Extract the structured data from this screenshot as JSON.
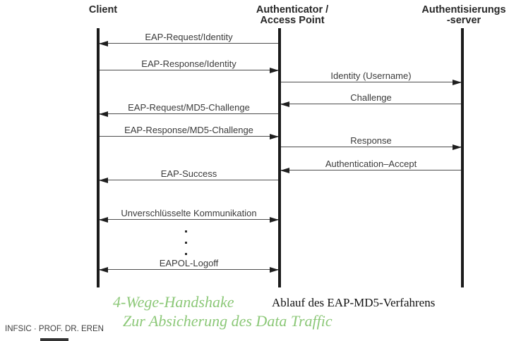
{
  "diagram": {
    "actors": [
      {
        "name": "Client"
      },
      {
        "name": "Authenticator /\nAccess Point"
      },
      {
        "name": "Authentisierungs\n-server"
      }
    ],
    "messages": [
      {
        "label": "EAP-Request/Identity",
        "from": "Authenticator / Access Point",
        "to": "Client",
        "direction": "left"
      },
      {
        "label": "EAP-Response/Identity",
        "from": "Client",
        "to": "Authenticator / Access Point",
        "direction": "right"
      },
      {
        "label": "Identity (Username)",
        "from": "Authenticator / Access Point",
        "to": "Authentisierungs-server",
        "direction": "right"
      },
      {
        "label": "Challenge",
        "from": "Authentisierungs-server",
        "to": "Authenticator / Access Point",
        "direction": "left"
      },
      {
        "label": "EAP-Request/MD5-Challenge",
        "from": "Authenticator / Access Point",
        "to": "Client",
        "direction": "left"
      },
      {
        "label": "EAP-Response/MD5-Challenge",
        "from": "Client",
        "to": "Authenticator / Access Point",
        "direction": "right"
      },
      {
        "label": "Response",
        "from": "Authenticator / Access Point",
        "to": "Authentisierungs-server",
        "direction": "right"
      },
      {
        "label": "Authentication–Accept",
        "from": "Authentisierungs-server",
        "to": "Authenticator / Access Point",
        "direction": "left"
      },
      {
        "label": "EAP-Success",
        "from": "Authenticator / Access Point",
        "to": "Client",
        "direction": "left"
      },
      {
        "label": "Unverschlüsselte Kommunikation",
        "from": "Client",
        "to": "Authenticator / Access Point",
        "direction": "both"
      },
      {
        "label": "EAPOL-Logoff",
        "from": "Client",
        "to": "Authenticator / Access Point",
        "direction": "both"
      }
    ],
    "captions": {
      "handshake_title": "4-Wege-Handshake",
      "handshake_subtitle": "Zur Absicherung des Data Traffic",
      "diagram_caption": "Ablauf des EAP-MD5-Verfahrens"
    },
    "footer": {
      "credit": "INFSIC · PROF. DR. EREN"
    },
    "colors": {
      "accent_green": "#8cc878",
      "line": "#2b2b2b"
    }
  }
}
